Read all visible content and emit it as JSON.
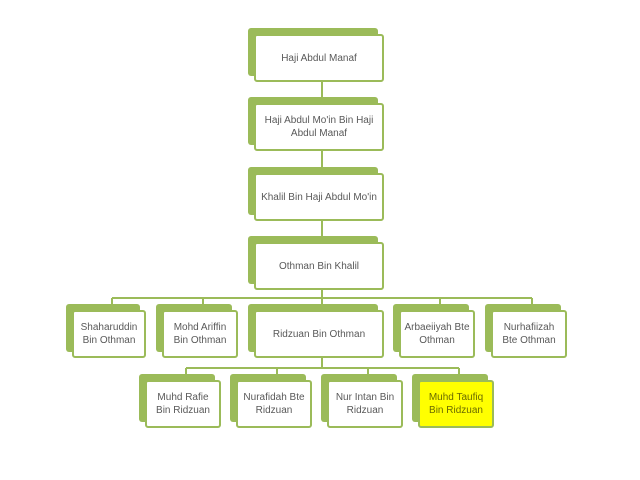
{
  "nodes": [
    {
      "id": "abdul-manaf",
      "label": "Haji Abdul Manaf"
    },
    {
      "id": "abdul-moin",
      "label": "Haji Abdul Mo'in Bin Haji Abdul Manaf"
    },
    {
      "id": "khalil",
      "label": "Khalil Bin Haji Abdul Mo'in"
    },
    {
      "id": "othman",
      "label": "Othman Bin Khalil"
    },
    {
      "id": "shaharuddin",
      "label": "Shaharuddin Bin Othman"
    },
    {
      "id": "ariffin",
      "label": "Mohd Ariffin Bin Othman"
    },
    {
      "id": "ridzuan",
      "label": "Ridzuan Bin Othman"
    },
    {
      "id": "arbaeiiyah",
      "label": "Arbaeiiyah Bte Othman"
    },
    {
      "id": "nurhafiizah",
      "label": "Nurhafiizah Bte Othman"
    },
    {
      "id": "rafie",
      "label": "Muhd Rafie Bin Ridzuan"
    },
    {
      "id": "nurafidah",
      "label": "Nurafidah Bte Ridzuan"
    },
    {
      "id": "nurintan",
      "label": "Nur Intan Bin Ridzuan"
    },
    {
      "id": "taufiq",
      "label": "Muhd Taufiq Bin Ridzuan",
      "highlighted": true
    }
  ],
  "edges": [
    [
      "abdul-manaf",
      "abdul-moin"
    ],
    [
      "abdul-moin",
      "khalil"
    ],
    [
      "khalil",
      "othman"
    ],
    [
      "othman",
      "shaharuddin"
    ],
    [
      "othman",
      "ariffin"
    ],
    [
      "othman",
      "ridzuan"
    ],
    [
      "othman",
      "arbaeiiyah"
    ],
    [
      "othman",
      "nurhafiizah"
    ],
    [
      "ridzuan",
      "rafie"
    ],
    [
      "ridzuan",
      "nurafidah"
    ],
    [
      "ridzuan",
      "nurintan"
    ],
    [
      "ridzuan",
      "taufiq"
    ]
  ],
  "colors": {
    "accent": "#9bbb59",
    "highlight": "#ffff00",
    "text": "#595959"
  }
}
